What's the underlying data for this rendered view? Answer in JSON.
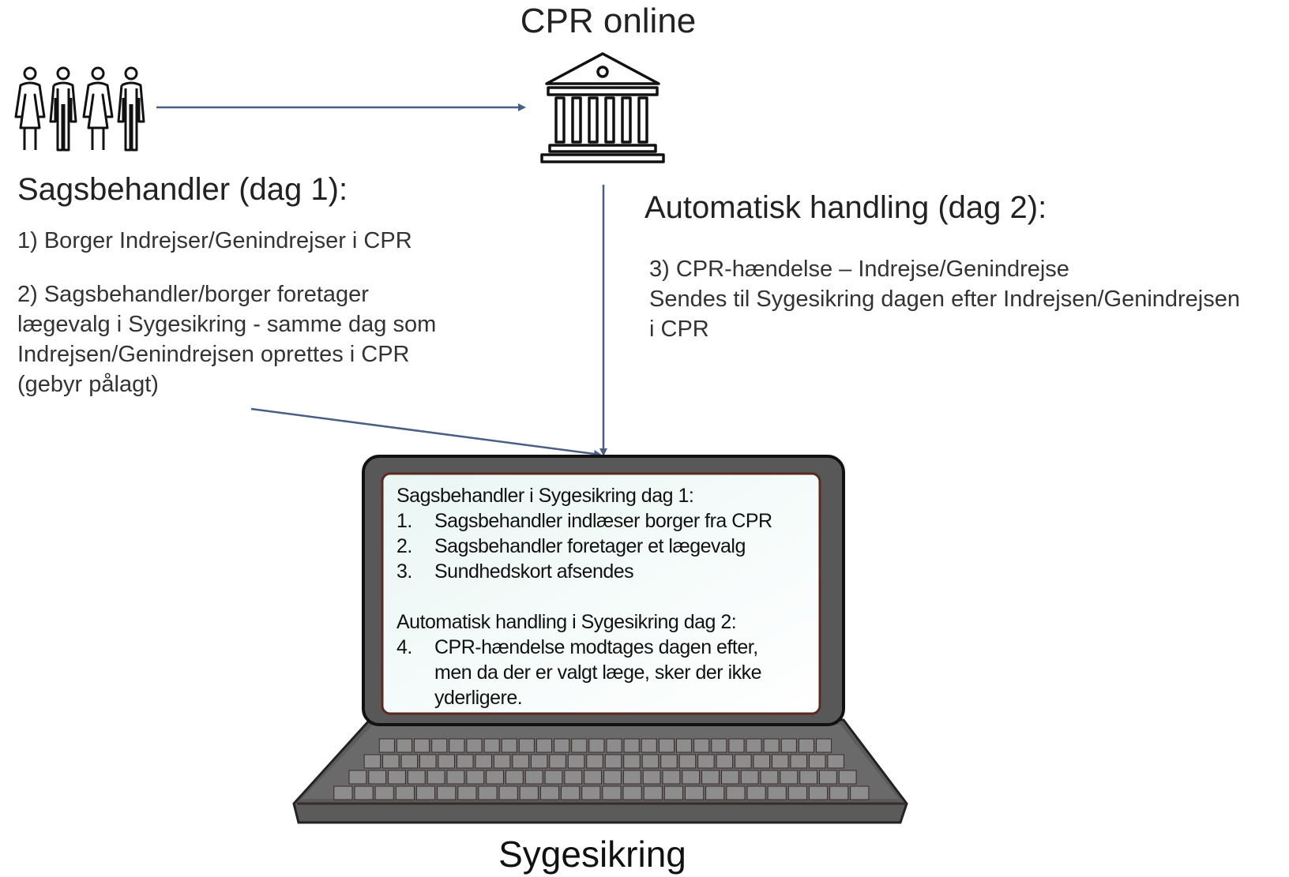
{
  "title_cpr": "CPR online",
  "left": {
    "heading": "Sagsbehandler (dag 1):",
    "step1": "1) Borger Indrejser/Genindrejser i CPR",
    "step2_lines": [
      "2) Sagsbehandler/borger foretager",
      "lægevalg i Sygesikring - samme dag som",
      "Indrejsen/Genindrejsen oprettes i CPR",
      "(gebyr pålagt)"
    ]
  },
  "right": {
    "heading": "Automatisk handling (dag 2):",
    "lines": [
      "3) CPR-hændelse – Indrejse/Genindrejse",
      "Sendes til Sygesikring dagen efter Indrejsen/Genindrejsen",
      "i CPR"
    ]
  },
  "screen": {
    "day1_heading": "Sagsbehandler i Sygesikring dag 1:",
    "day1_items": [
      {
        "num": "1.",
        "text": "Sagsbehandler indlæser borger fra CPR"
      },
      {
        "num": "2.",
        "text": "Sagsbehandler foretager et lægevalg"
      },
      {
        "num": "3.",
        "text": "Sundhedskort afsendes"
      }
    ],
    "day2_heading": "Automatisk handling i Sygesikring dag 2:",
    "day2_item": {
      "num": "4.",
      "lines": [
        "CPR-hændelse modtages dagen efter,",
        "men da der er valgt læge, sker der ikke",
        "yderligere."
      ]
    }
  },
  "title_sys": "Sygesikring",
  "icons": [
    "people-icon",
    "government-building-icon",
    "laptop-icon"
  ],
  "colors": {
    "arrow": "#4a5f85",
    "laptop_body": "#555555",
    "screen_bg": "#f4fbfa"
  }
}
